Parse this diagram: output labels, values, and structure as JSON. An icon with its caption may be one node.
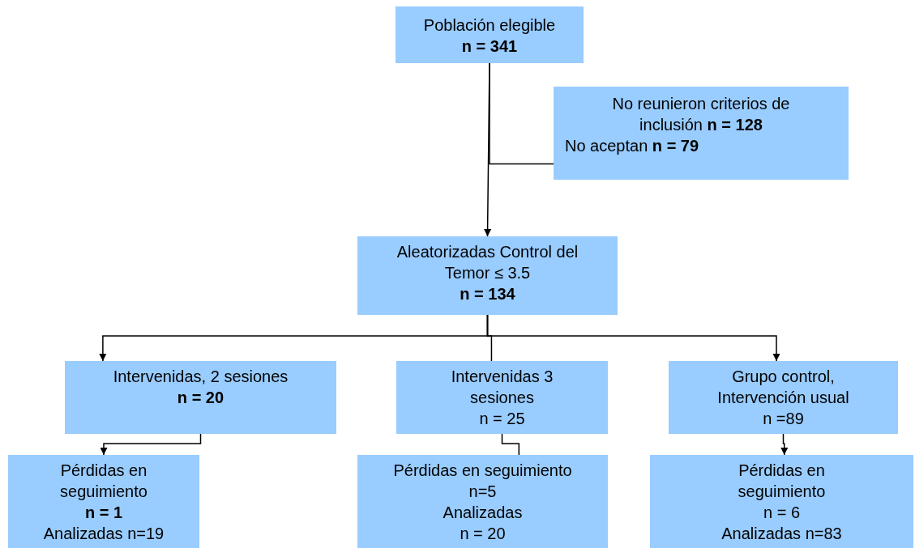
{
  "diagram": {
    "nodes": [
      {
        "text": [
          "Población elegible",
          "n = 341"
        ]
      },
      {
        "text": [
          "No reunieron criterios de inclusión  **n = 128**",
          "No aceptan  **n = 79**"
        ]
      },
      {
        "text": [
          "Aleatorizadas Control del Temor ≤ 3.5",
          "n = 134"
        ]
      },
      {
        "text": [
          "Intervenidas, 2 sesiones",
          "n = 20"
        ]
      },
      {
        "text": [
          "Intervenidas 3 sesiones",
          "n = 25"
        ]
      },
      {
        "text": [
          "Grupo control, Intervención usual",
          "n =89"
        ]
      },
      {
        "text": [
          "Pérdidas en seguimiento",
          "n = 1",
          "Analizadas n=19"
        ]
      },
      {
        "text": [
          "Pérdidas en seguimiento",
          "n=5",
          "Analizadas",
          "n = 20"
        ]
      },
      {
        "text": [
          "Pérdidas en seguimiento",
          "n = 6",
          "Analizadas n=83"
        ]
      }
    ],
    "edges": [
      {
        "from": 0,
        "to": 2,
        "arrow": "to"
      },
      {
        "from": 0,
        "to": 1,
        "arrow": "none"
      },
      {
        "from": 2,
        "to": 3,
        "arrow": "to"
      },
      {
        "from": 2,
        "to": 4,
        "arrow": "none"
      },
      {
        "from": 2,
        "to": 5,
        "arrow": "to"
      },
      {
        "from": 3,
        "to": 6,
        "arrow": "to"
      },
      {
        "from": 4,
        "to": 7,
        "arrow": "none"
      },
      {
        "from": 5,
        "to": 8,
        "arrow": "to"
      }
    ]
  }
}
